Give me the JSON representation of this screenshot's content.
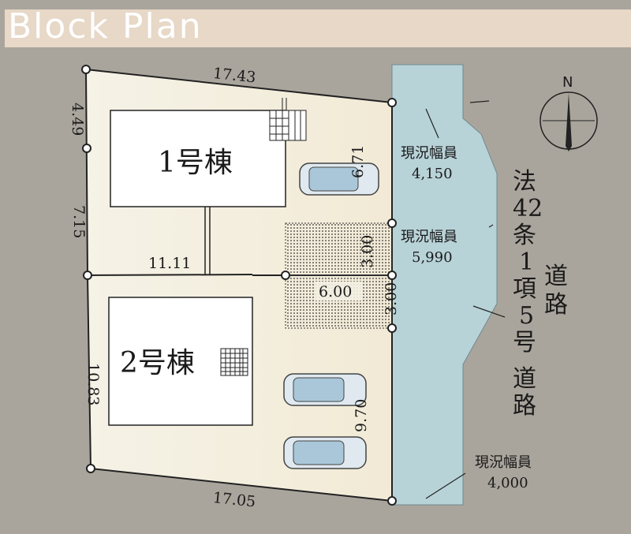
{
  "title": "Block Plan",
  "north_label": "N",
  "buildings": {
    "b1": "1号棟",
    "b2": "2号棟"
  },
  "dimensions": {
    "top": "17.43",
    "left_top": "4.49",
    "left_mid": "7.15",
    "left_bottom": "10.83",
    "bottom": "17.05",
    "divider": "11.11",
    "parking_width": "6.00",
    "right_upper": "6.71",
    "right_mid_a": "3.00",
    "right_mid_b": "3.00",
    "right_lower": "9.70"
  },
  "road_widths": {
    "upper": {
      "label": "現況幅員",
      "value": "4,150"
    },
    "middle": {
      "label": "現況幅員",
      "value": "5,990"
    },
    "lower": {
      "label": "現況幅員",
      "value": "4,000"
    }
  },
  "road_name": {
    "col1": [
      "法",
      "42",
      "条",
      "1",
      "項",
      "5",
      "号",
      "道",
      "路"
    ],
    "col2": [
      "道",
      "路"
    ]
  },
  "colors": {
    "background": "#aaa59c",
    "lot": "#f3efe2",
    "road": "#b8d3d8",
    "car": "#a9c7d8"
  }
}
